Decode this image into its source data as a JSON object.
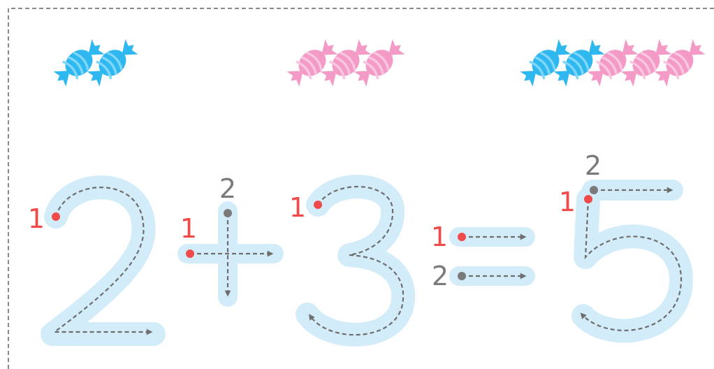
{
  "colors": {
    "background": "#ffffff",
    "border_dash": "#8a8a8a",
    "trace_fill": "#d3ecfa",
    "trace_line": "#6e6e6e",
    "start_dot_first": "#f04a4a",
    "start_dot_second": "#7a7a7a",
    "candy_blue": "#2fb8f0",
    "candy_blue_stripe": "#7fd6f8",
    "candy_pink": "#f39ac6",
    "candy_pink_stripe": "#f8c6de"
  },
  "candy_groups": [
    {
      "name": "two",
      "count": 2,
      "candies": [
        "blue",
        "blue"
      ]
    },
    {
      "name": "three",
      "count": 3,
      "candies": [
        "pink",
        "pink",
        "pink"
      ]
    },
    {
      "name": "five",
      "count": 5,
      "candies": [
        "blue",
        "blue",
        "pink",
        "pink",
        "pink"
      ]
    }
  ],
  "glyphs": {
    "digit_2": {
      "stroke_1_label": "1"
    },
    "plus": {
      "stroke_1_label": "1",
      "stroke_2_label": "2"
    },
    "digit_3": {
      "stroke_1_label": "1"
    },
    "equals": {
      "stroke_1_label": "1",
      "stroke_2_label": "2"
    },
    "digit_5": {
      "stroke_1_label": "1",
      "stroke_2_label": "2"
    }
  }
}
